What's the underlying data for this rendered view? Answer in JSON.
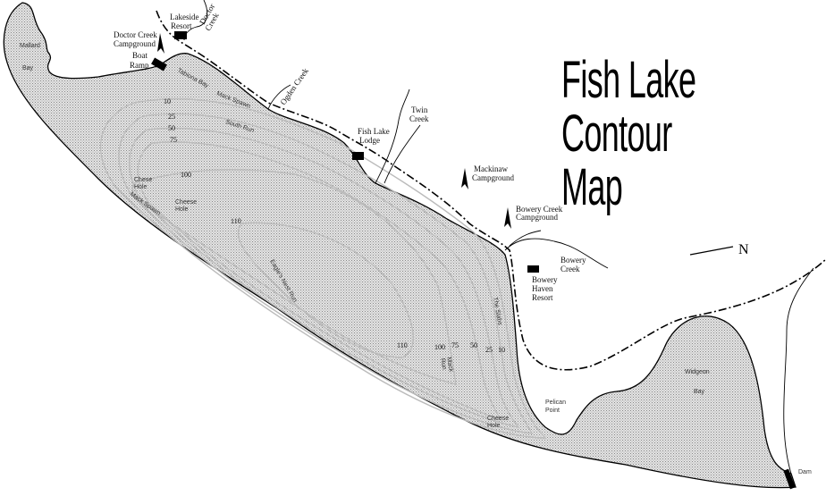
{
  "title": {
    "line1": "Fish Lake",
    "line2": "Contour Map"
  },
  "north_label": "N",
  "colors": {
    "water": "#d6d6d6",
    "contour": "#bbbbbb",
    "shore": "#000000"
  },
  "places": {
    "mallard": "Mallard",
    "bay": "Bay",
    "doctor_creek_campground_1": "Doctor Creek",
    "doctor_creek_campground_2": "Campground",
    "boat_ramp_1": "Boat",
    "boat_ramp_2": "Ramp",
    "lakeside_1": "Lakeside",
    "lakeside_2": "Resort",
    "doctor_creek_1": "Doctor",
    "doctor_creek_2": "Creek",
    "ogden_creek": "Ogden Creek",
    "fish_lake_lodge_1": "Fish Lake",
    "fish_lake_lodge_2": "Lodge",
    "twin_creek_1": "Twin",
    "twin_creek_2": "Creek",
    "mackinaw_1": "Mackinaw",
    "mackinaw_2": "Campground",
    "bowery_campground_1": "Bowery Creek",
    "bowery_campground_2": "Campground",
    "bowery_creek_1": "Bowery",
    "bowery_creek_2": "Creek",
    "bowery_haven_1": "Bowery",
    "bowery_haven_2": "Haven",
    "bowery_haven_3": "Resort",
    "pelican_1": "Pelican",
    "pelican_2": "Point",
    "widgeon_1": "Widgeon",
    "widgeon_2": "Bay",
    "dam": "Dam"
  },
  "features": {
    "tabiona_bay": "Tabiona Bay",
    "mack_spawn_1": "Mack Spawn",
    "south_run": "South Run",
    "chese_hole_1": "Chese",
    "chese_hole_2": "Hole",
    "cheese_hole_a1": "Cheese",
    "cheese_hole_a2": "Hole",
    "mack_spawn_2": "Mack Spawn",
    "eagles_nest_run": "Eagle's Nest Run",
    "the_slabs": "The Slabs",
    "mack_run_1": "Mack",
    "mack_run_2": "Run",
    "cheese_hole_b1": "Cheese",
    "cheese_hole_b2": "Hole"
  },
  "depths": {
    "d10a": "10",
    "d25a": "25",
    "d50a": "50",
    "d75a": "75",
    "d100a": "100",
    "d110a": "110",
    "d110b": "110",
    "d100b": "100",
    "d75b": "75",
    "d50b": "50",
    "d25b": "25",
    "d10b": "10"
  }
}
